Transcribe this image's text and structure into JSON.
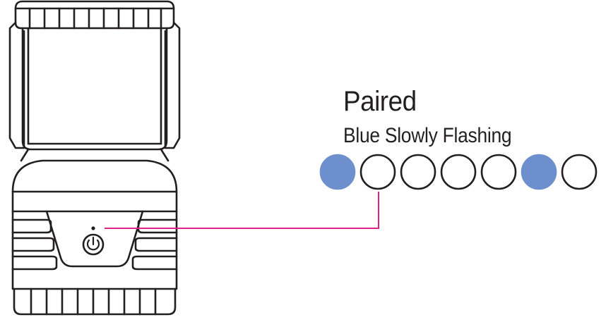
{
  "status": {
    "title": "Paired",
    "description": "Blue Slowly Flashing"
  },
  "led_sequence": [
    {
      "state": "on"
    },
    {
      "state": "off"
    },
    {
      "state": "off"
    },
    {
      "state": "off"
    },
    {
      "state": "off"
    },
    {
      "state": "on"
    },
    {
      "state": "off"
    }
  ],
  "colors": {
    "led_on": "#6e8fcd",
    "callout_line": "#e0218a",
    "outline": "#231f20"
  },
  "icons": {
    "power_button": "power-icon"
  }
}
